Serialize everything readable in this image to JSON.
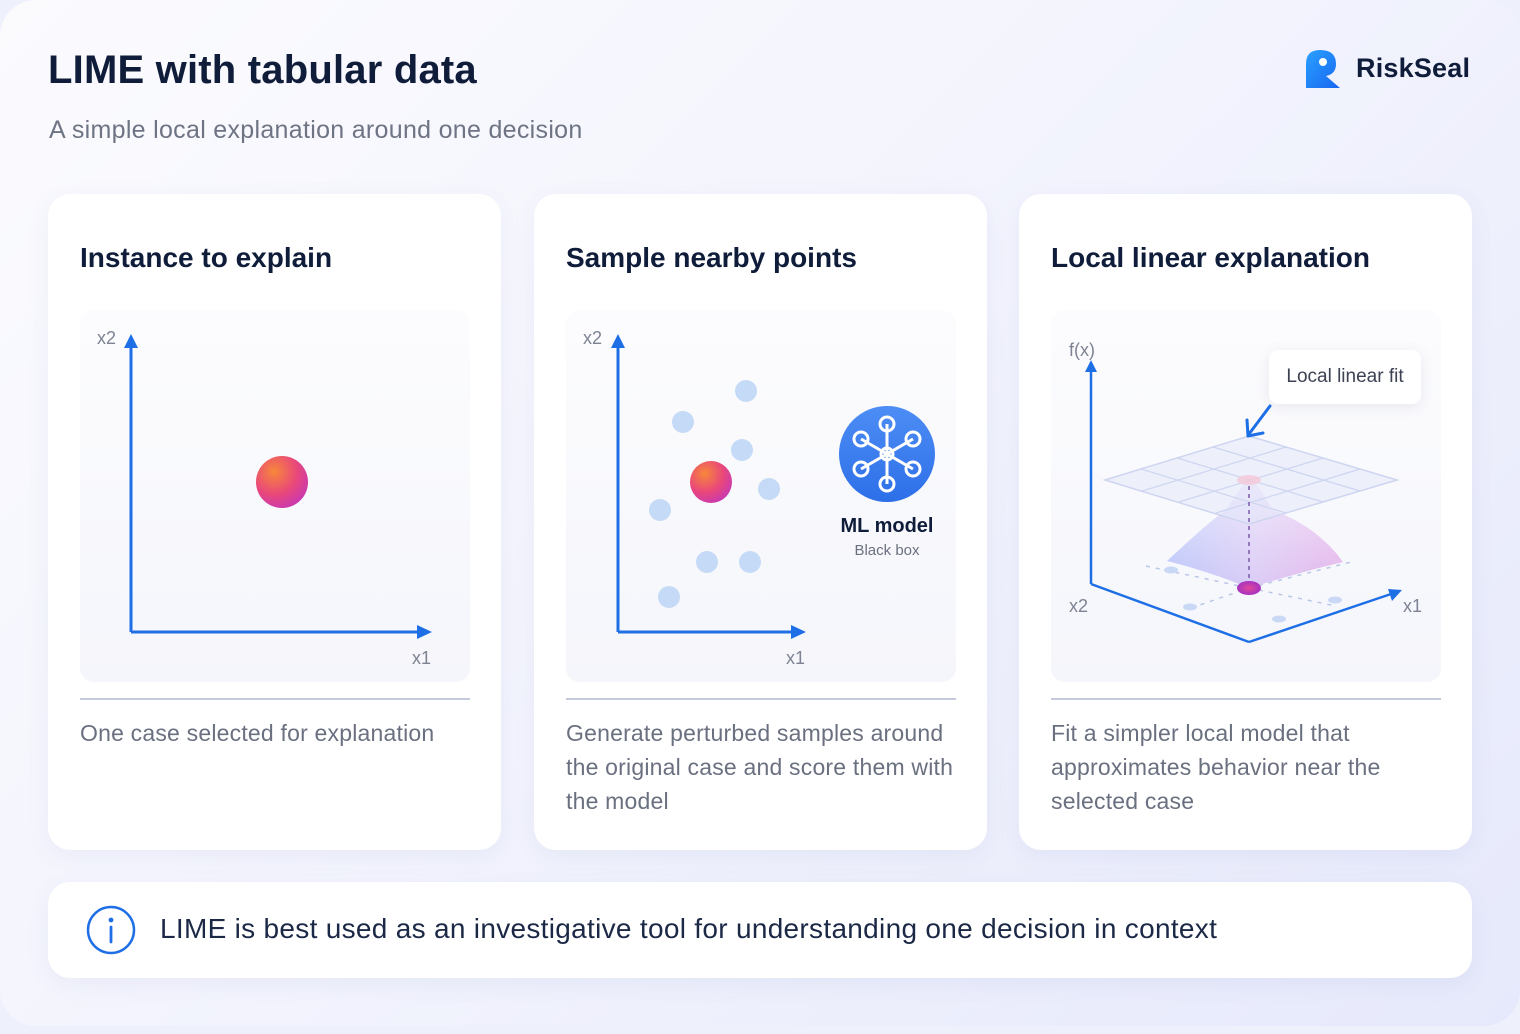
{
  "header": {
    "title": "LIME with tabular data",
    "subtitle": "A simple local explanation around one decision"
  },
  "brand": {
    "name": "RiskSeal",
    "icon": "riskseal-logo-icon"
  },
  "cards": [
    {
      "title": "Instance to explain",
      "description": "One case selected for explanation",
      "axes": {
        "x": "x1",
        "y": "x2"
      }
    },
    {
      "title": "Sample nearby points",
      "description": "Generate perturbed samples around the original case and score them with the model",
      "axes": {
        "x": "x1",
        "y": "x2"
      },
      "model": {
        "title": "ML model",
        "subtitle": "Black box",
        "icon": "neural-network-icon"
      }
    },
    {
      "title": "Local linear explanation",
      "description": "Fit a simpler local model that approximates behavior near the selected case",
      "axes": {
        "x": "x1",
        "y": "x2",
        "z": "f(x)"
      },
      "callout": "Local linear fit"
    }
  ],
  "note": {
    "text": "LIME is best used as an investigative tool for understanding one decision in context",
    "icon": "info-icon"
  },
  "colors": {
    "accent": "#1e6fe6",
    "sample_point": "#c5daf7",
    "instance_gradient": [
      "#f06a3c",
      "#d63ab0"
    ]
  }
}
